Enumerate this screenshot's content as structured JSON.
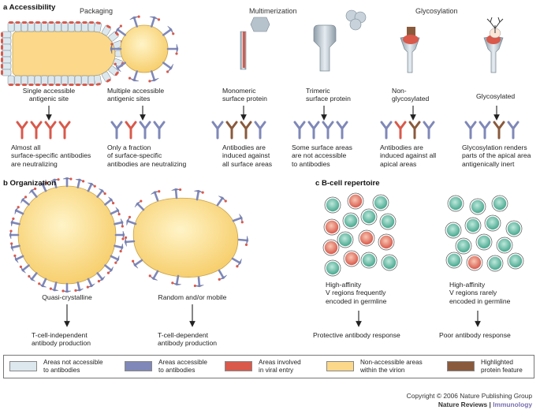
{
  "panel_a": {
    "title": "a  Accessibility",
    "headings": {
      "packaging": "Packaging",
      "multimerization": "Multimerization",
      "glycosylation": "Glycosylation"
    },
    "labels": {
      "single_site": "Single accessible\nantigenic site",
      "multiple_sites": "Multiple accessible\nantigenic sites",
      "monomeric": "Monomeric\nsurface protein",
      "trimeric": "Trimeric\nsurface protein",
      "nonglyco": "Non-\nglycosylated",
      "glyco": "Glycosylated"
    },
    "outcomes": {
      "single_site": "Almost all\nsurface-specific antibodies\nare neutralizing",
      "multiple_sites": "Only a fraction\nof surface-specific\nantibodies are neutralizing",
      "monomeric": "Antibodies are\ninduced against\nall surface areas",
      "trimeric": "Some surface areas\nare not accessible\nto antibodies",
      "nonglyco": "Antibodies are\ninduced against all\napical areas",
      "glyco": "Glycosylation renders\nparts of the apical area\nantigenically inert"
    }
  },
  "panel_b": {
    "title": "b  Organization",
    "labels": {
      "quasi": "Quasi-crystalline",
      "random": "Random and/or mobile"
    },
    "outcomes": {
      "quasi": "T-cell-independent\nantibody production",
      "random": "T-cell-dependent\nantibody production"
    }
  },
  "panel_c": {
    "title": "c  B-cell repertoire",
    "labels": {
      "frequent": "High-affinity\nV regions frequently\nencoded in germline",
      "rare": "High-affinity\nV regions rarely\nencoded in germline"
    },
    "outcomes": {
      "frequent": "Protective antibody response",
      "rare": "Poor antibody response"
    }
  },
  "legend": [
    {
      "text": "Areas not accessible\nto antibodies",
      "color": "#dde8ee"
    },
    {
      "text": "Areas accessible\nto antibodies",
      "color": "#7f88b8"
    },
    {
      "text": "Areas involved\nin viral entry",
      "color": "#d9594b"
    },
    {
      "text": "Non-accessible areas\nwithin the virion",
      "color": "#fbd88a"
    },
    {
      "text": "Highlighted\nprotein feature",
      "color": "#8a5a3c"
    }
  ],
  "footer": {
    "copyright": "Copyright © 2006 Nature Publishing Group",
    "journal": "Nature Reviews",
    "journal_section": "Immunology"
  }
}
